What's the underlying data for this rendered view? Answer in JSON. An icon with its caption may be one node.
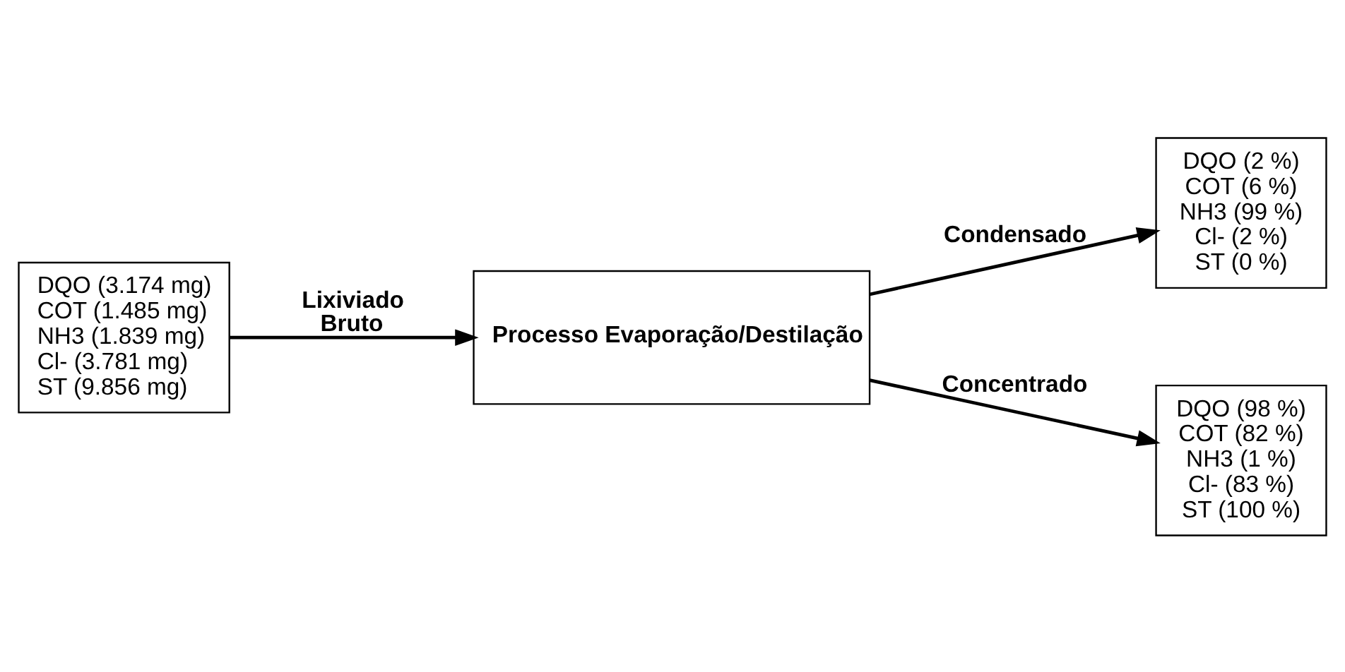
{
  "diagram": {
    "nodes": [
      {
        "text": [
          "DQO (3.174 mg)",
          "COT (1.485 mg)",
          "NH3 (1.839 mg)",
          "Cl- (3.781 mg)",
          "ST (9.856 mg)"
        ]
      },
      {
        "text": [
          "Processo Evaporação/Destilação"
        ]
      },
      {
        "text": [
          "DQO (2 %)",
          "COT (6 %)",
          "NH3 (99 %)",
          "Cl- (2 %)",
          "ST (0 %)"
        ]
      },
      {
        "text": [
          "DQO (98 %)",
          "COT (82 %)",
          "NH3 (1 %)",
          "Cl- (83 %)",
          "ST (100 %)"
        ]
      }
    ],
    "edges": [
      {
        "from": 0,
        "to": 1,
        "arrow": "to",
        "label": "Lixiviado Bruto"
      },
      {
        "from": 1,
        "to": 2,
        "arrow": "to",
        "label": "Condensado"
      },
      {
        "from": 1,
        "to": 3,
        "arrow": "to",
        "label": "Concentrado"
      }
    ]
  }
}
